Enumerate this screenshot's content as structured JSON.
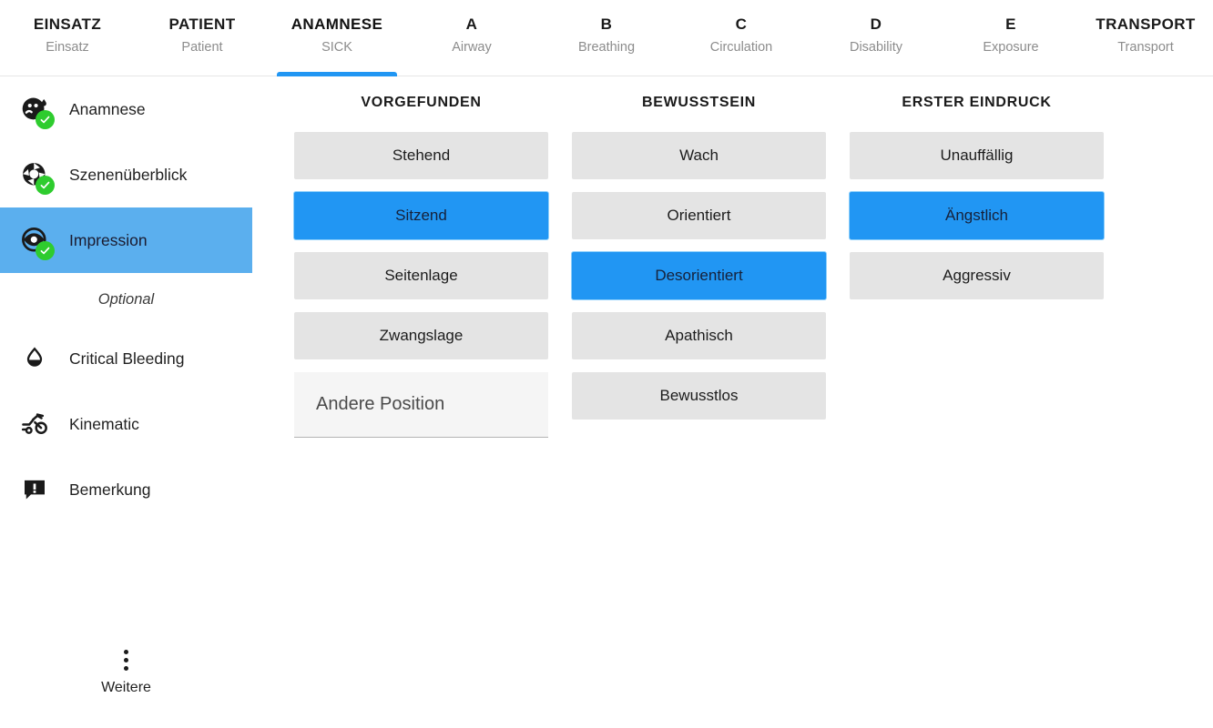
{
  "tabs": [
    {
      "main": "EINSATZ",
      "sub": "Einsatz",
      "active": false
    },
    {
      "main": "PATIENT",
      "sub": "Patient",
      "active": false
    },
    {
      "main": "ANAMNESE",
      "sub": "SICK",
      "active": true
    },
    {
      "main": "A",
      "sub": "Airway",
      "active": false
    },
    {
      "main": "B",
      "sub": "Breathing",
      "active": false
    },
    {
      "main": "C",
      "sub": "Circulation",
      "active": false
    },
    {
      "main": "D",
      "sub": "Disability",
      "active": false
    },
    {
      "main": "E",
      "sub": "Exposure",
      "active": false
    },
    {
      "main": "TRANSPORT",
      "sub": "Transport",
      "active": false
    }
  ],
  "sidebar": {
    "items": [
      {
        "label": "Anamnese",
        "icon": "face-sweat-icon",
        "completed": true,
        "selected": false
      },
      {
        "label": "Szenenüberblick",
        "icon": "camera-aperture-icon",
        "completed": true,
        "selected": false
      },
      {
        "label": "Impression",
        "icon": "eye-icon",
        "completed": true,
        "selected": true
      }
    ],
    "optional_label": "Optional",
    "optional_items": [
      {
        "label": "Critical Bleeding",
        "icon": "blood-drop-icon",
        "completed": false,
        "selected": false
      },
      {
        "label": "Kinematic",
        "icon": "motorcycle-icon",
        "completed": false,
        "selected": false
      },
      {
        "label": "Bemerkung",
        "icon": "comment-alert-icon",
        "completed": false,
        "selected": false
      }
    ],
    "more": {
      "label": "Weitere",
      "icon": "more-vertical-icon"
    }
  },
  "columns": [
    {
      "title": "VORGEFUNDEN",
      "options": [
        {
          "label": "Stehend",
          "selected": false
        },
        {
          "label": "Sitzend",
          "selected": true
        },
        {
          "label": "Seitenlage",
          "selected": false
        },
        {
          "label": "Zwangslage",
          "selected": false
        }
      ],
      "input": {
        "placeholder": "Andere Position",
        "value": ""
      }
    },
    {
      "title": "BEWUSSTSEIN",
      "options": [
        {
          "label": "Wach",
          "selected": false
        },
        {
          "label": "Orientiert",
          "selected": false
        },
        {
          "label": "Desorientiert",
          "selected": true
        },
        {
          "label": "Apathisch",
          "selected": false
        },
        {
          "label": "Bewusstlos",
          "selected": false
        }
      ],
      "input": null
    },
    {
      "title": "ERSTER EINDRUCK",
      "options": [
        {
          "label": "Unauffällig",
          "selected": false
        },
        {
          "label": "Ängstlich",
          "selected": true
        },
        {
          "label": "Aggressiv",
          "selected": false
        }
      ],
      "input": null
    }
  ],
  "colors": {
    "accent_blue": "#2196f3",
    "selected_row_blue": "#5bafee",
    "option_gray": "#e4e4e4",
    "check_green": "#2ecc2e",
    "field_gray": "#f5f5f5"
  }
}
